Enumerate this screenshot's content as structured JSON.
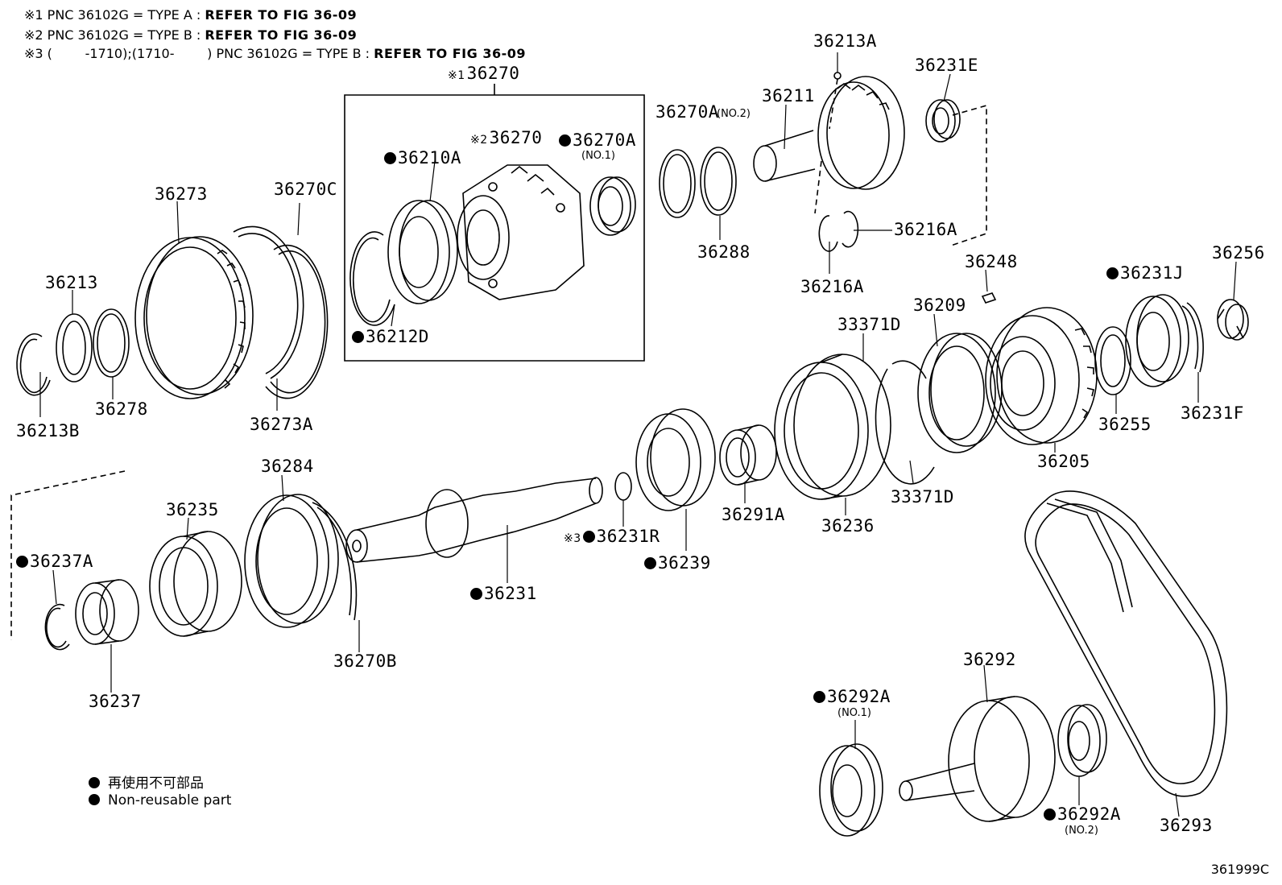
{
  "notes": [
    {
      "prefix": "※1 PNC 36102G = TYPE A : ",
      "ref": "REFER TO FIG 36-09"
    },
    {
      "prefix": "※2 PNC 36102G = TYPE B : ",
      "ref": "REFER TO FIG 36-09"
    },
    {
      "prefix": "※3 (        -1710);(1710-        ) PNC 36102G = TYPE B : ",
      "ref": "REFER TO FIG 36-09"
    }
  ],
  "labels": {
    "p36270_box": "36270",
    "p36270_inner": "36270",
    "p36210A": "36210A",
    "p36270A_no1": "36270A",
    "p36212D": "36212D",
    "p36273": "36273",
    "p36270C": "36270C",
    "p36213": "36213",
    "p36278": "36278",
    "p36213B": "36213B",
    "p36273A": "36273A",
    "p36270A_no2": "36270A",
    "p36211": "36211",
    "p36213A": "36213A",
    "p36231E": "36231E",
    "p36288": "36288",
    "p36216A_r": "36216A",
    "p36216A_b": "36216A",
    "p36248": "36248",
    "p36231J": "36231J",
    "p36256": "36256",
    "p33371D_t": "33371D",
    "p36209": "36209",
    "p36255": "36255",
    "p36231F": "36231F",
    "p36205": "36205",
    "p33371D_b": "33371D",
    "p36236": "36236",
    "p36291A": "36291A",
    "p36239": "36239",
    "p36231R": "36231R",
    "p36231": "36231",
    "p36284": "36284",
    "p36235": "36235",
    "p36237A": "36237A",
    "p36237": "36237",
    "p36270B": "36270B",
    "p36292": "36292",
    "p36292A_no1": "36292A",
    "p36292A_no2": "36292A",
    "p36293": "36293"
  },
  "sublabels": {
    "no1_a": "(NO.1)",
    "no2_a": "(NO.2)",
    "no1_b": "(NO.1)",
    "no2_b": "(NO.2)"
  },
  "marks": {
    "m1": "※1",
    "m2": "※2",
    "m3": "※3"
  },
  "legend": {
    "jp": "再使用不可部品",
    "en": "Non-reusable part"
  },
  "figure_code": "361999C"
}
